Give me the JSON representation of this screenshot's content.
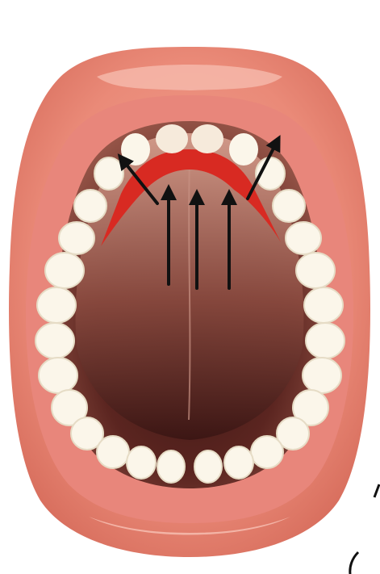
{
  "figure": {
    "subject": "open-mouth-palate",
    "colors": {
      "lips": "#e98572",
      "lips_highlight": "#f6b4a6",
      "gums": "#e8867b",
      "palate_red": "#d82a22",
      "tongue_light": "#f3c6b8",
      "cavity_dark": "#3a1513",
      "cavity_mid": "#7a3b33",
      "teeth": "#fbf6ea",
      "teeth_shade": "#e6dcc6",
      "arrow": "#111111"
    },
    "arrows": [
      {
        "name": "arrow-left-diagonal",
        "direction": "up-left"
      },
      {
        "name": "arrow-left-vertical",
        "direction": "up"
      },
      {
        "name": "arrow-center-vertical",
        "direction": "up"
      },
      {
        "name": "arrow-right-vertical",
        "direction": "up"
      },
      {
        "name": "arrow-right-diagonal",
        "direction": "up-right"
      }
    ]
  }
}
